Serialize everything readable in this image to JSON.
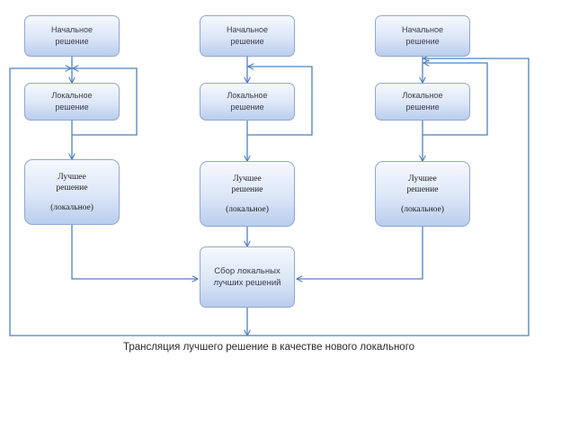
{
  "columns": [
    {
      "initial": {
        "line1": "Начальное",
        "line2": "решение"
      },
      "local": {
        "line1": "Локальное",
        "line2": "решение"
      },
      "best": {
        "line1": "Лучшее",
        "line2": "решение",
        "line3": "(локальное)"
      }
    },
    {
      "initial": {
        "line1": "Начальное",
        "line2": "решение"
      },
      "local": {
        "line1": "Локальное",
        "line2": "решение"
      },
      "best": {
        "line1": "Лучшее",
        "line2": "решение",
        "line3": "(локальное)"
      }
    },
    {
      "initial": {
        "line1": "Начальное",
        "line2": "решение"
      },
      "local": {
        "line1": "Локальное",
        "line2": "решение"
      },
      "best": {
        "line1": "Лучшее",
        "line2": "решение",
        "line3": "(локальное)"
      }
    }
  ],
  "collector": {
    "line1": "Сбор локальных",
    "line2": "лучших решений"
  },
  "caption": "Трансляция лучшего решение в качестве нового локального",
  "colors": {
    "line": "#4f81bd",
    "box_border": "#8fa8cf",
    "box_fill_top": "#f6f9fe",
    "box_fill_bottom": "#b9cdee"
  }
}
